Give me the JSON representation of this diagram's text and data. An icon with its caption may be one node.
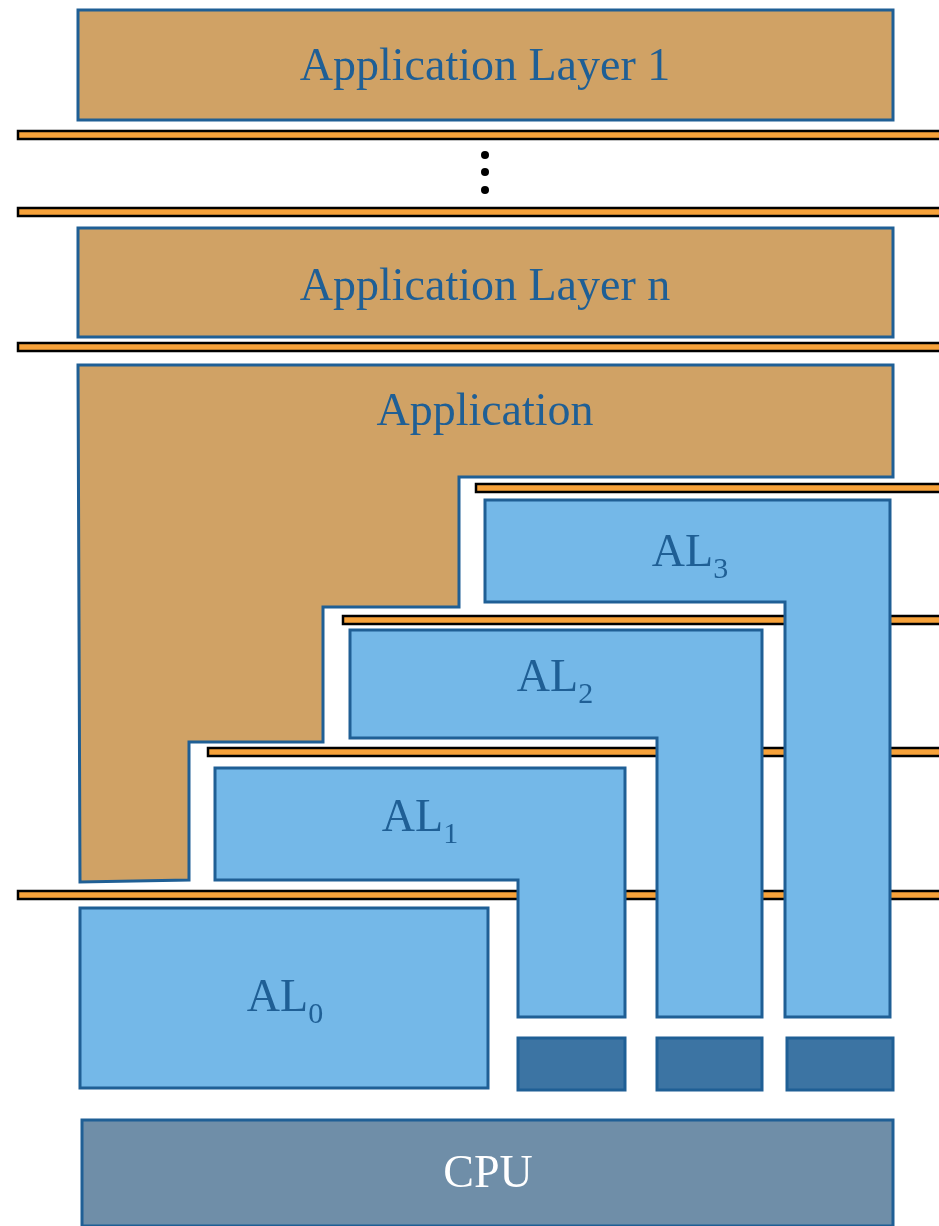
{
  "diagram": {
    "nodes": [
      {
        "text": [
          "Application Layer 1"
        ]
      },
      {
        "text": [
          "Application Layer n"
        ]
      },
      {
        "text": [
          "Application"
        ]
      },
      {
        "text": [
          "AL$_{3}$"
        ]
      },
      {
        "text": [
          "AL$_{2}$"
        ]
      },
      {
        "text": [
          "AL$_{1}$"
        ]
      },
      {
        "text": [
          "AL$_{0}$"
        ]
      },
      {
        "text": [],
        "shape": "box"
      },
      {
        "text": [],
        "shape": "box"
      },
      {
        "text": [],
        "shape": "box"
      },
      {
        "text": [
          "CPU"
        ]
      }
    ]
  }
}
